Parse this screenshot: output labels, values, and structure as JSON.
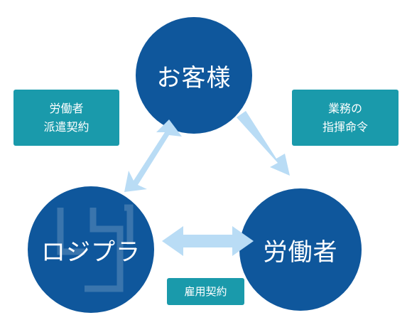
{
  "nodes": {
    "customer": "お客様",
    "worker": "労働者",
    "logipla": "ロジプラ"
  },
  "relations": {
    "dispatch_contract": [
      "労働者",
      "派遣契約"
    ],
    "command_instruction": [
      "業務の",
      "指揮命令"
    ],
    "employment_contract": "雇用契約"
  },
  "colors": {
    "circle": "#0f579c",
    "label_box": "#1a9aab",
    "arrow": "#b9dcf5"
  }
}
